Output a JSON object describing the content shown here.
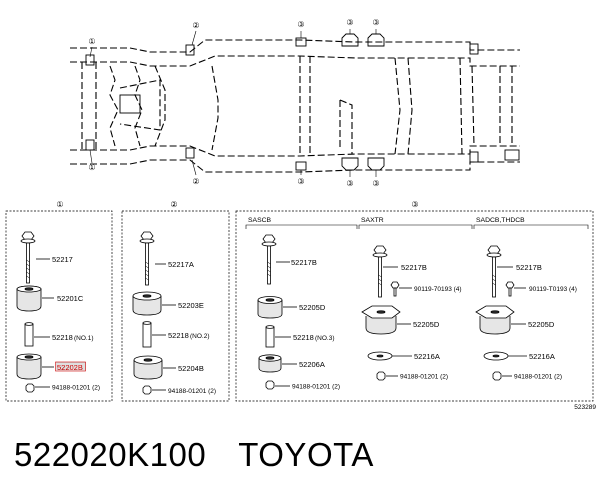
{
  "diagram": {
    "frame_callouts": {
      "top_left": "①",
      "top_mid": "②",
      "top_3a": "③",
      "top_3b": "③",
      "top_3c": "③",
      "bot_left": "①",
      "bot_mid": "②",
      "bot_3a": "③",
      "bot_3b": "③",
      "bot_3c": "③"
    },
    "panel1": {
      "number": "①",
      "parts": [
        "52217",
        "52201C",
        "52218",
        "(NO.1)",
        "52202B",
        "94188-01201 (2)"
      ]
    },
    "panel2": {
      "number": "②",
      "parts": [
        "52217A",
        "52203E",
        "52218",
        "(NO.2)",
        "52204B",
        "94188-01201 (2)"
      ]
    },
    "panel3": {
      "number": "③",
      "sub": [
        {
          "header": "SASCB",
          "parts": [
            "52217B",
            "52205D",
            "52218",
            "(NO.3)",
            "52206A",
            "94188-01201 (2)"
          ]
        },
        {
          "header": "SAXTR",
          "parts": [
            "52217B",
            "90119-70193 (4)",
            "52205D",
            "52216A",
            "94188-01201 (2)"
          ]
        },
        {
          "header": "SADCB,THDCB",
          "parts": [
            "52217B",
            "90119-T0193 (4)",
            "52205D",
            "52216A",
            "94188-01201 (2)"
          ]
        }
      ]
    },
    "ref_code": "523289"
  },
  "footer": {
    "part_number": "522020K100",
    "brand": "TOYOTA"
  }
}
